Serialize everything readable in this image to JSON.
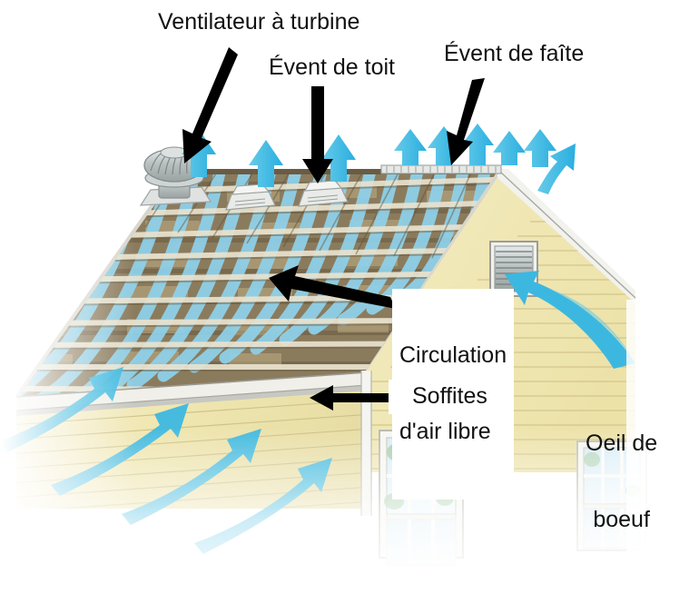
{
  "diagram": {
    "title": "Ventilation du toit - schema",
    "language": "fr",
    "colors": {
      "airflow_blue": "#3cb8e0",
      "airflow_blue_pale": "#a9d9ee",
      "siding_yellow": "#f0e7b4",
      "siding_yellow_dark": "#ded39a",
      "shingle_brown": "#8a7a5e",
      "shingle_dark": "#6b5d46",
      "trim_white": "#f4f4f2",
      "metal_gray": "#c9cdcd",
      "pointer_black": "#000000",
      "label_text": "#111111",
      "background": "#ffffff"
    }
  },
  "labels": {
    "turbine": "Ventilateur à turbine",
    "roof_vent": "Évent de toit",
    "ridge_vent": "Évent de faîte",
    "air_circulation_line1": "Circulation",
    "air_circulation_line2": "d'air libre",
    "soffits": "Soffites",
    "gable_vent_line1": "Oeil de",
    "gable_vent_line2": "boeuf"
  },
  "components": {
    "turbine_vent": "turbine-vent",
    "box_vents": [
      "box-roof-vent-1",
      "box-roof-vent-2"
    ],
    "ridge_vent": "ridge-vent",
    "gable_vent": "gable-louver-vent",
    "soffit": "soffit-eave",
    "windows": [
      "double-hung-window-front",
      "double-hung-window-side"
    ],
    "rafters_count": 17,
    "ridge_arrows_count": 6,
    "soffit_intake_arrows_count": 4,
    "roof_exhaust_arrows_count": 3
  }
}
